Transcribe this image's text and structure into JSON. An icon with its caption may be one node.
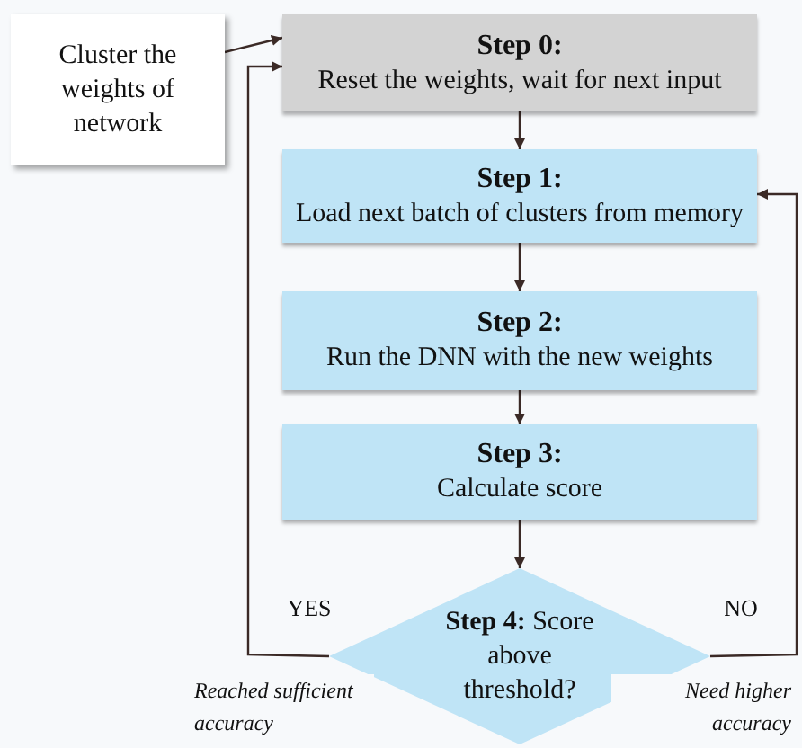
{
  "diagram": {
    "nodes": [
      {
        "text": [
          "Cluster the weights of network"
        ]
      },
      {
        "text": [
          "Step 0:",
          "Reset the weights, wait for next input"
        ]
      },
      {
        "text": [
          "Step 1:",
          "Load next batch of clusters from memory"
        ]
      },
      {
        "text": [
          "Step 2:",
          "Run the DNN with the new weights"
        ]
      },
      {
        "text": [
          "Step 3:",
          "Calculate score"
        ]
      },
      {
        "text": [
          "**Step 4:** Score above threshold?"
        ]
      }
    ],
    "edges": [
      {
        "from": 0,
        "to": 1,
        "arrow": "to"
      },
      {
        "from": 1,
        "to": 2,
        "arrow": "to"
      },
      {
        "from": 2,
        "to": 3,
        "arrow": "to"
      },
      {
        "from": 3,
        "to": 4,
        "arrow": "to"
      },
      {
        "from": 4,
        "to": 5,
        "arrow": "to"
      },
      {
        "from": 5,
        "to": 1,
        "arrow": "to",
        "label": "YES"
      },
      {
        "from": 5,
        "to": 2,
        "arrow": "to",
        "label": "NO"
      }
    ],
    "labels": [
      "Reached sufficient accuracy",
      "Need higher accuracy"
    ]
  }
}
